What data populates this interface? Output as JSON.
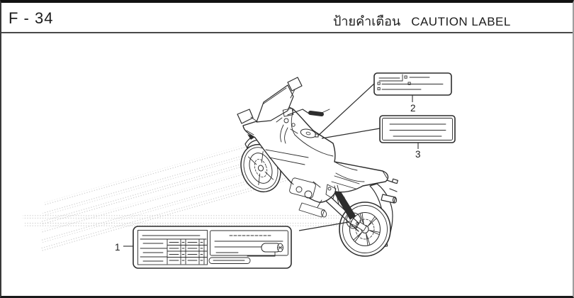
{
  "page": {
    "code": "F - 34",
    "title_th": "ป้ายคำเตือน",
    "title_en": "CAUTION LABEL"
  },
  "diagram": {
    "description": "Sport motorcycle rear three-quarter line illustration with three caution label callouts",
    "callouts": [
      {
        "number": "1"
      },
      {
        "number": "2"
      },
      {
        "number": "3"
      }
    ]
  },
  "colors": {
    "line_art": "#2d2d2d",
    "watermark_dots": "#c9c9c9",
    "frame": "#1a1a1a",
    "background": "#ffffff",
    "text": "#1c1c1c"
  }
}
